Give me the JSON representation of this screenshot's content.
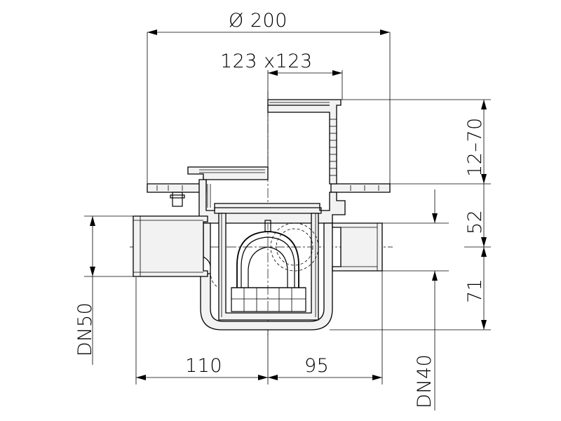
{
  "dimensions": {
    "diameter": "Ø 200",
    "grate": "123 x123",
    "height_adjust": "12–70",
    "top_to_axis": "52",
    "axis_to_bottom": "71",
    "outlet_dn": "DN50",
    "left_offset": "110",
    "right_offset": "95",
    "inlet_dn": "DN40"
  }
}
